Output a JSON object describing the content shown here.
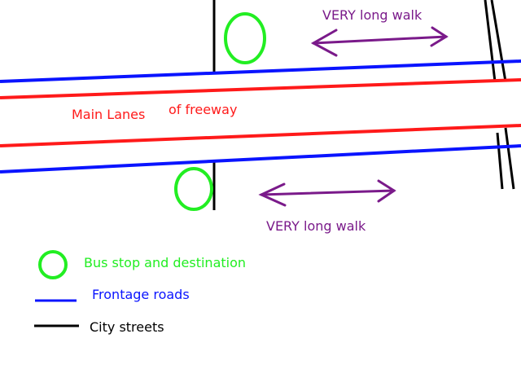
{
  "colors": {
    "main_lanes": "#ff1a1a",
    "frontage": "#0a14ff",
    "city_street": "#000000",
    "bus_stop": "#22ee22",
    "walk_arrow": "#7a1a8a",
    "background": "#ffffff"
  },
  "labels": {
    "main_lanes_left": "Main Lanes",
    "main_lanes_right": "of freeway",
    "walk_top": "VERY long walk",
    "walk_bottom": "VERY long walk"
  },
  "legend": {
    "bus_stop": "Bus stop and destination",
    "frontage": "Frontage roads",
    "city_streets": "City streets"
  }
}
